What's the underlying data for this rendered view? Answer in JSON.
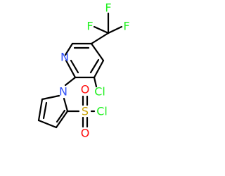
{
  "colors": {
    "bond": "#000000",
    "nitrogen": "#3050f8",
    "halogen": "#1ff01f",
    "sulfur": "#c8a000",
    "oxygen": "#ff0d0d"
  },
  "molecule": {
    "atoms": {
      "fluorine_top": "F",
      "fluorine_left": "F",
      "fluorine_right": "F",
      "pyridine_nitrogen": "N",
      "pyrrole_nitrogen": "N",
      "chlorine_ring": "Cl",
      "sulfur": "S",
      "oxygen_top": "O",
      "oxygen_bottom": "O",
      "chlorine_sulfonyl": "Cl"
    }
  }
}
